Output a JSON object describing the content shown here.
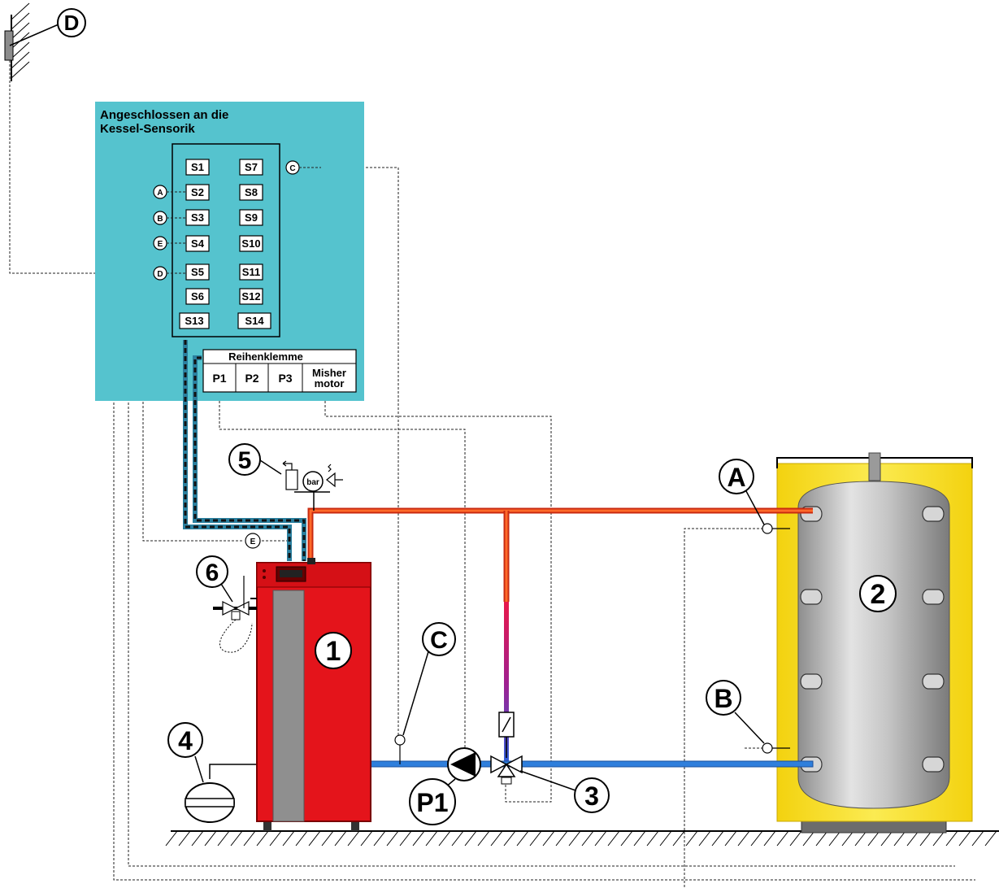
{
  "panel": {
    "title_line1": "Angeschlossen an die",
    "title_line2": "Kessel-Sensorik",
    "sensors_left": [
      "S1",
      "S2",
      "S3",
      "S4",
      "S5",
      "S6",
      "S13"
    ],
    "sensors_right": [
      "S7",
      "S8",
      "S9",
      "S10",
      "S11",
      "S12",
      "S14"
    ],
    "terminal_title": "Reihenklemme",
    "terminal_cells": [
      "P1",
      "P2",
      "P3"
    ],
    "mixer_line1": "Misher",
    "mixer_line2": "motor"
  },
  "small_markers": {
    "a": "A",
    "b": "B",
    "c": "C",
    "d": "D",
    "e": "E"
  },
  "callouts": {
    "d": "D",
    "one": "1",
    "two": "2",
    "three": "3",
    "four": "4",
    "five": "5",
    "six": "6",
    "a": "A",
    "b": "B",
    "c": "C",
    "p1": "P1"
  },
  "gauge_label": "bar",
  "colors": {
    "panel": "#55c3ce",
    "boiler": "#e4141b",
    "hot_pipe": "#f0431a",
    "cold_pipe": "#2f7fdc",
    "insulation": "#f6e21a",
    "tank": "#b9b9b9"
  }
}
